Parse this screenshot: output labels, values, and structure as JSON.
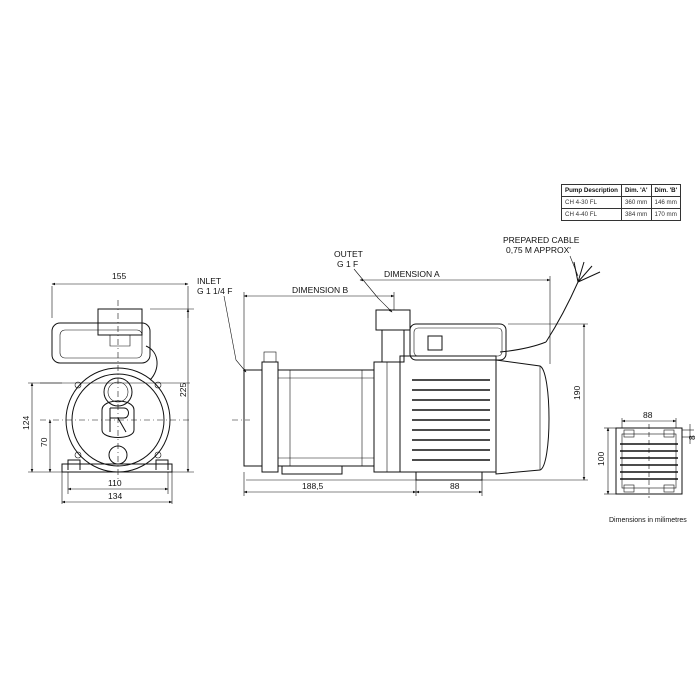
{
  "table": {
    "headers": [
      "Pump Description",
      "Dim. 'A'",
      "Dim. 'B'"
    ],
    "rows": [
      [
        "CH 4-30 FL",
        "360 mm",
        "146 mm"
      ],
      [
        "CH 4-40 FL",
        "384 mm",
        "170 mm"
      ]
    ]
  },
  "labels": {
    "outlet_title": "OUTET",
    "outlet_size": "G 1 F",
    "inlet_title": "INLET",
    "inlet_size": "G 1 1/4 F",
    "dimension_a": "DIMENSION A",
    "dimension_b": "DIMENSION B",
    "cable_line1": "PREPARED CABLE",
    "cable_line2": "0,75 M APPROX'",
    "units_note": "Dimensions in milimetres"
  },
  "dimensions": {
    "front_width_top": "155",
    "front_height_total": "225",
    "front_height_axis": "124",
    "front_inlet_height": "70",
    "front_base_width": "110",
    "front_overall_width": "134",
    "side_length_left": "188,5",
    "side_length_right": "88",
    "side_height": "190",
    "base_width": "88",
    "base_depth": "100",
    "base_slot": "8"
  }
}
